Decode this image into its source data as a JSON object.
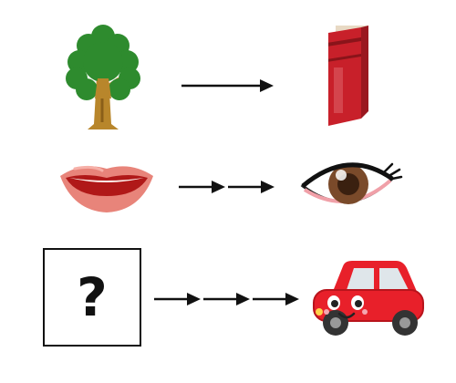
{
  "puzzle": {
    "rows": [
      {
        "left": {
          "icon": "tree-icon"
        },
        "arrows": 1,
        "right": {
          "icon": "book-icon"
        }
      },
      {
        "left": {
          "icon": "mouth-icon"
        },
        "arrows": 2,
        "right": {
          "icon": "eye-icon"
        }
      },
      {
        "left": {
          "icon": "unknown-box",
          "text": "?"
        },
        "arrows": 3,
        "right": {
          "icon": "car-icon"
        }
      }
    ],
    "colors": {
      "tree_leaves": "#2e8b2e",
      "tree_trunk": "#b8862b",
      "book": "#c8202a",
      "lips": "#e8847a",
      "iris": "#7a4a2a",
      "car": "#e8202a",
      "arrow": "#111111"
    }
  }
}
